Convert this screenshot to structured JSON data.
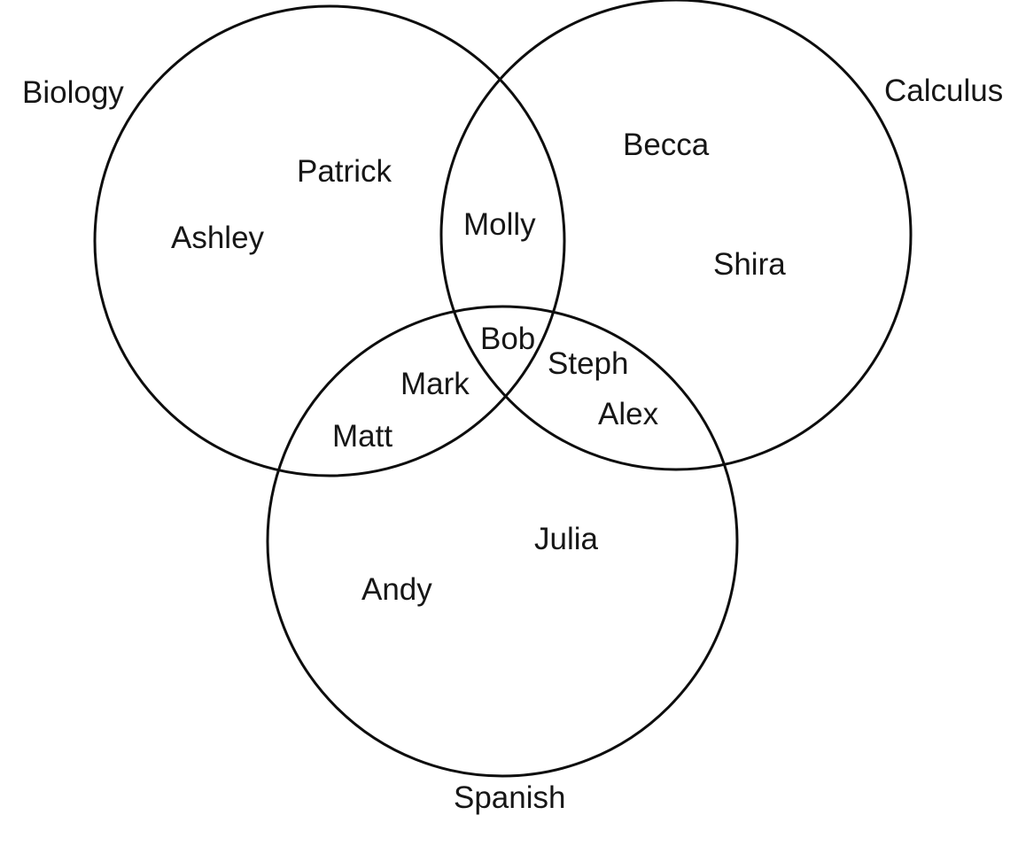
{
  "venn": {
    "type": "venn-diagram",
    "stroke_color": "#0d0d0d",
    "background_color": "#ffffff",
    "sets": {
      "biology": {
        "label": "Biology"
      },
      "calculus": {
        "label": "Calculus"
      },
      "spanish": {
        "label": "Spanish"
      }
    },
    "regions": {
      "biology_only": [
        "Patrick",
        "Ashley"
      ],
      "calculus_only": [
        "Becca",
        "Shira"
      ],
      "spanish_only": [
        "Julia",
        "Andy"
      ],
      "biology_and_calculus": [
        "Molly"
      ],
      "biology_and_spanish": [
        "Mark",
        "Matt"
      ],
      "calculus_and_spanish": [
        "Steph",
        "Alex"
      ],
      "all_three": [
        "Bob"
      ]
    }
  }
}
